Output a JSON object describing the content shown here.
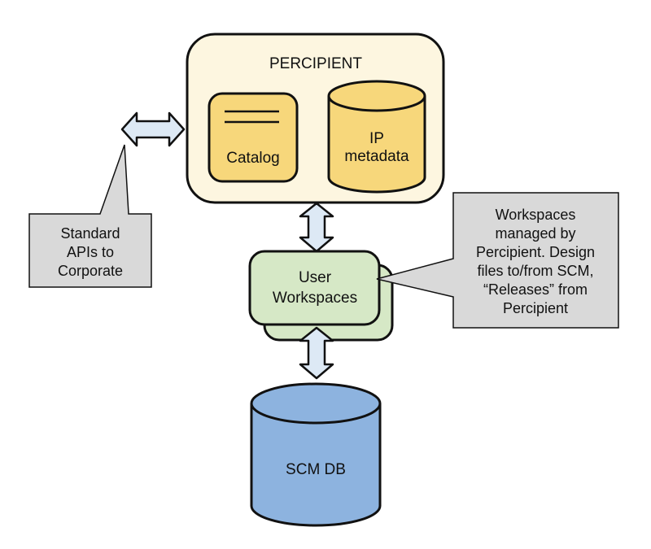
{
  "percipient": {
    "title": "PERCIPIENT",
    "fill": "#fdf6e0",
    "catalog_label": "Catalog",
    "catalog_fill": "#f7d77b",
    "ip_metadata_lines": [
      "IP",
      "metadata"
    ],
    "ip_metadata_fill": "#f7d77b"
  },
  "workspaces": {
    "label_lines": [
      "User",
      "Workspaces"
    ],
    "fill": "#d6e8c6"
  },
  "scm_db": {
    "label": "SCM DB",
    "fill": "#8db3df"
  },
  "callouts": {
    "standard_apis_lines": [
      "Standard",
      "APIs to",
      "Corporate"
    ],
    "workspaces_note_lines": [
      "Workspaces",
      "managed by",
      "Percipient. Design",
      "files to/from SCM,",
      "“Releases” from",
      "Percipient"
    ],
    "fill": "#d9d9d9"
  },
  "arrows": {
    "fill": "#dde9f5",
    "stroke": "#111111"
  }
}
